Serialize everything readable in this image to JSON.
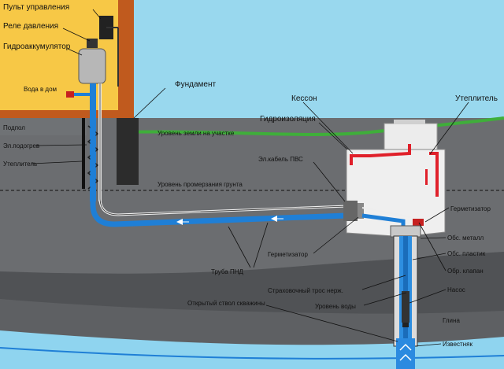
{
  "labels": {
    "control_panel": "Пульт управления",
    "pressure_relay": "Реле давления",
    "accumulator": "Гидроаккумулятор",
    "water_to_house": "Вода в дом",
    "foundation": "Фундамент",
    "caisson": "Кессон",
    "insulation": "Утеплитель",
    "waterproofing": "Гидроизоляция",
    "underfloor": "Подпол",
    "ground_level": "Уровень земли на участке",
    "heating_cable": "Эл.подогрев",
    "insulation_left": "Утеплитель",
    "power_cable": "Эл.кабель ПВС",
    "freezing_level": "Уровень промерзания грунта",
    "sealer_right": "Герметизатор",
    "casing_metal": "Обс. металл",
    "casing_plastic": "Обс. пластик",
    "sealer_mid": "Герметизатор",
    "check_valve": "Обр. клапан",
    "hdpe_pipe": "Труба ПНД",
    "safety_rope": "Страховочный трос нерж.",
    "pump": "Насос",
    "water_level": "Уровень воды",
    "open_bore": "Открытый ствол скважины",
    "clay": "Глина",
    "limestone": "Известняк"
  },
  "colors": {
    "house_wall": "#f7c846",
    "house_frame": "#c05a1e",
    "sky": "#99d8ee",
    "grass": "#3fae3a",
    "soil_light": "#6b6d70",
    "soil_dark": "#4d4f52",
    "clay": "#5b5d60",
    "water": "#1f7fd6",
    "caisson_wall": "#d8d8d8",
    "waterproof": "#e0202a"
  }
}
